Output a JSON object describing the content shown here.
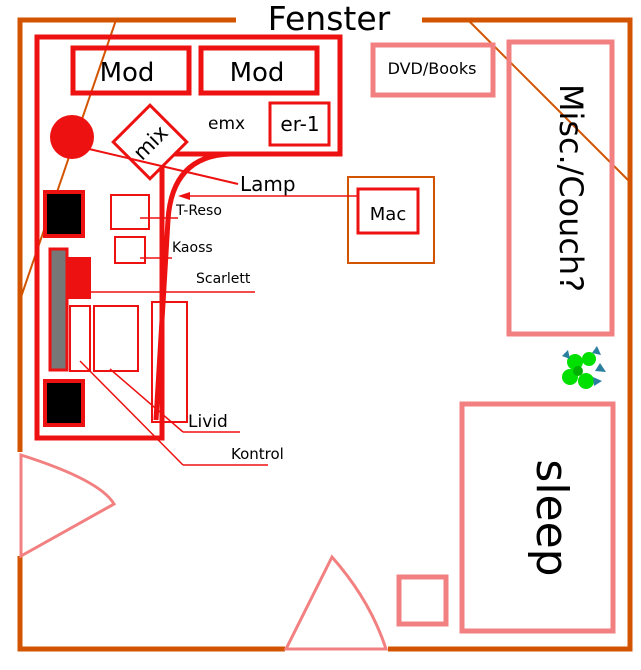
{
  "title": "Fenster",
  "colors": {
    "wall": "#d35400",
    "desk": "#ee1111",
    "furniture": "#f28080",
    "plant_green": "#00e000",
    "plant_teal": "#2a7f9f",
    "black": "#000000",
    "gray": "#777777"
  },
  "labels": {
    "mod_left": "Mod",
    "mod_right": "Mod",
    "mix": "mix",
    "emx": "emx",
    "er1": "er-1",
    "lamp": "Lamp",
    "mac": "Mac",
    "treso": "T-Reso",
    "kaoss": "Kaoss",
    "scarlett": "Scarlett",
    "livid": "Livid",
    "kontrol": "Kontrol",
    "dvd_books": "DVD/Books",
    "misc_couch": "Misc./Couch?",
    "sleep": "sleep"
  }
}
